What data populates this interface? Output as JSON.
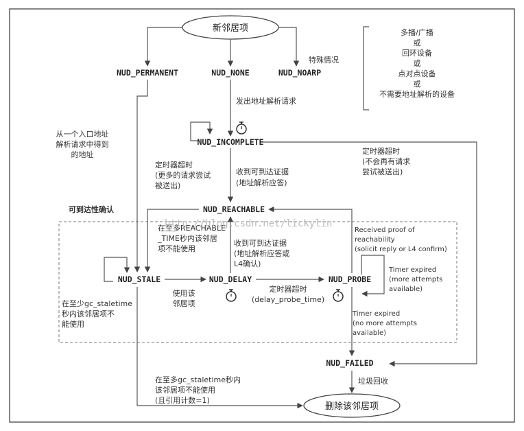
{
  "nodes": {
    "new_entry": "新邻居项",
    "permanent": "NUD_PERMANENT",
    "none": "NUD_NONE",
    "noarp": "NUD_NOARP",
    "incomplete": "NUD_INCOMPLETE",
    "reachable": "NUD_REACHABLE",
    "stale": "NUD_STALE",
    "delay": "NUD_DELAY",
    "probe": "NUD_PROBE",
    "failed": "NUD_FAILED",
    "delete_entry": "删除该邻居项"
  },
  "notes": {
    "special_case": "特殊情况",
    "devices": [
      "多播/广播",
      "或",
      "回环设备",
      "或",
      "点对点设备",
      "或",
      "不需要地址解析的设备"
    ],
    "send_request": "发出地址解析请求",
    "from_request": [
      "从一个入口地址",
      "解析请求中得到",
      "的地址"
    ],
    "timer_more": [
      "定时器超时",
      "(更多的请求尝试",
      "被送出)"
    ],
    "timer_no_more": [
      "定时器超时",
      "(不会再有请求",
      "尝试被送出)"
    ],
    "got_proof": [
      "收到可到达证据",
      "(地址解析应答)"
    ],
    "reachability_confirm": "可到达性确认",
    "reachable_time": [
      "在至多REACHABLE",
      "_TIME秒内该邻居",
      "项不能使用"
    ],
    "got_proof_l4": [
      "收到可到达证据",
      "(地址解析应答或",
      "L4确认)"
    ],
    "received_proof": [
      "Received proof of",
      "reachability",
      "(solicit reply or L4 confirm)"
    ],
    "timer_expired_more": [
      "Timer expired",
      "(more attempts",
      "available)"
    ],
    "timer_expired_no_more": [
      "Timer expired",
      "(no more attempts",
      "available)"
    ],
    "use_entry": [
      "使用该",
      "邻居项"
    ],
    "timer_delay": [
      "定时器超时",
      "(delay_probe_time)"
    ],
    "gc_staletime": [
      "在至少gc_staletime",
      "秒内该邻居项不",
      "能使用"
    ],
    "garbage": "垃圾回收",
    "gc_refcnt": [
      "在至多gc_staletime秒内",
      "该邻居项不能使用",
      "(且引用计数=1)"
    ]
  },
  "watermark": "http://blog.csdn.net/lickylin"
}
